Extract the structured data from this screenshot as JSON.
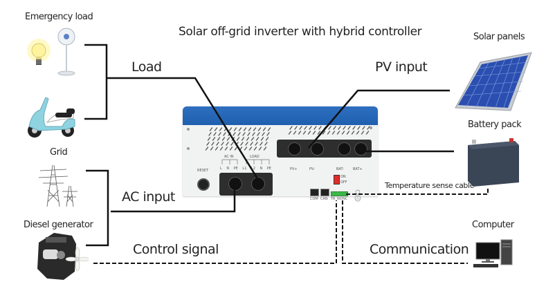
{
  "title": "Solar off-grid inverter with hybrid controller",
  "connections": {
    "load": "Load",
    "pv_input": "PV input",
    "ac_input": "AC input",
    "control_signal": "Control signal",
    "communication": "Communication",
    "temperature_sense": "Temperature sense cable"
  },
  "devices": {
    "emergency_load": "Emergency load",
    "grid": "Grid",
    "diesel_generator": "Diesel generator",
    "solar_panels": "Solar panels",
    "battery_pack": "Battery pack",
    "computer": "Computer"
  },
  "inverter_panel": {
    "reset": "RESET",
    "ac_in": "AC IN",
    "load": "LOAD",
    "terminals": [
      "L",
      "N",
      "PE",
      "L1",
      "L2",
      "N",
      "PE"
    ],
    "pv_plus": "PV+",
    "pv_minus": "PV-",
    "bat_minus": "BAT-",
    "bat_plus": "BAT+",
    "switch_on": "ON",
    "switch_off": "OFF",
    "com": "COM",
    "can": "CAN",
    "tr": "TR",
    "no": "NO",
    "nc": "NC"
  },
  "colors": {
    "inverter_top": "#1f5fae",
    "solar_cell": "#2b4fb0",
    "battery": "#3a4556",
    "wire": "#111111"
  }
}
